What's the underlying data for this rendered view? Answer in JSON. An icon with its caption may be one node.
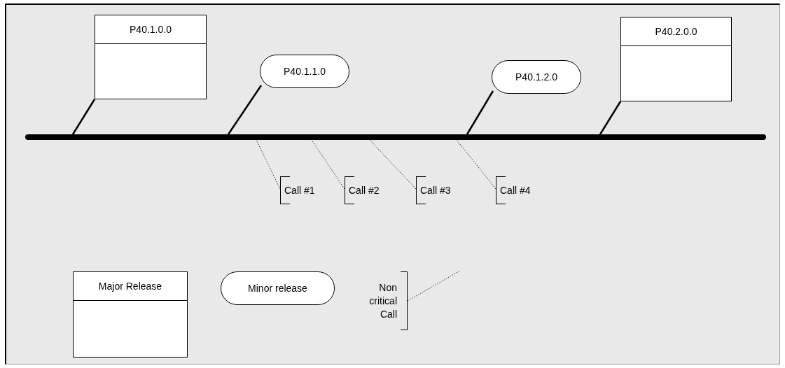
{
  "diagram": {
    "nodes": [
      {
        "text": [
          "P40.1.0.0"
        ]
      },
      {
        "text": [
          "P40.1.1.0"
        ]
      },
      {
        "text": [
          "P40.1.2.0"
        ]
      },
      {
        "text": [
          "P40.2.0.0"
        ]
      },
      {
        "text": [],
        "shape": "bar"
      },
      {
        "text": [
          "Call #1"
        ]
      },
      {
        "text": [
          "Call #2"
        ]
      },
      {
        "text": [
          "Call #3"
        ]
      },
      {
        "text": [
          "Call #4"
        ]
      },
      {
        "text": [
          "Major Release"
        ]
      },
      {
        "text": [
          "Minor release"
        ]
      },
      {
        "text": [
          "Non critical Call"
        ]
      }
    ],
    "edges": [
      {
        "from": 0,
        "to": 4,
        "arrow": "none",
        "style": "thick"
      },
      {
        "from": 1,
        "to": 4,
        "arrow": "none",
        "style": "thick"
      },
      {
        "from": 2,
        "to": 4,
        "arrow": "none",
        "style": "thick"
      },
      {
        "from": 3,
        "to": 4,
        "arrow": "none",
        "style": "thick"
      },
      {
        "from": 5,
        "to": 4,
        "arrow": "none",
        "style": "dashed"
      },
      {
        "from": 6,
        "to": 4,
        "arrow": "none",
        "style": "dashed"
      },
      {
        "from": 7,
        "to": 4,
        "arrow": "none",
        "style": "dashed"
      },
      {
        "from": 8,
        "to": 4,
        "arrow": "none",
        "style": "dashed"
      },
      {
        "from": 11,
        "to": null,
        "arrow": "none",
        "style": "dashed"
      }
    ]
  }
}
